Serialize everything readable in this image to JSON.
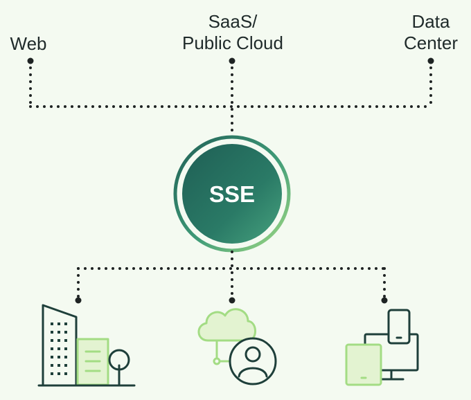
{
  "top_nodes": {
    "web": {
      "label": "Web"
    },
    "saas": {
      "line1": "SaaS/",
      "line2": "Public Cloud"
    },
    "datacenter": {
      "line1": "Data",
      "line2": "Center"
    }
  },
  "hub": {
    "label": "SSE"
  },
  "bottom_icons": [
    {
      "icon": "office-buildings-icon"
    },
    {
      "icon": "cloud-user-icon"
    },
    {
      "icon": "devices-icon"
    }
  ],
  "colors": {
    "background": "#f4faf1",
    "dots": "#1e2323",
    "icon_stroke": "#1e3f3a",
    "icon_fill_light": "#e3f3d1",
    "accent_green": "#a3dc84",
    "hub_dark": "#1f5f55",
    "hub_teal": "#2f8a72"
  }
}
